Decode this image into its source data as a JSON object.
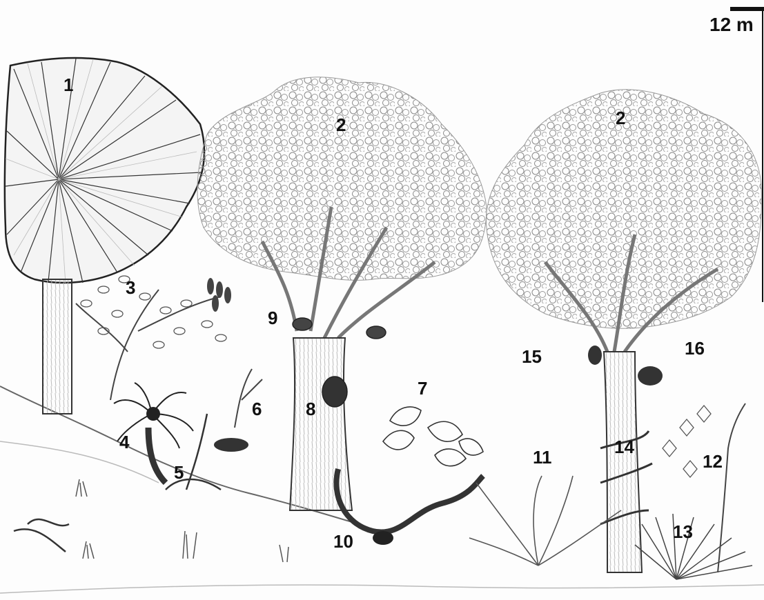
{
  "scale": {
    "label": "12 m"
  },
  "labels": [
    "1",
    "2",
    "2",
    "3",
    "4",
    "5",
    "6",
    "7",
    "8",
    "9",
    "10",
    "11",
    "12",
    "13",
    "14",
    "15",
    "16"
  ]
}
